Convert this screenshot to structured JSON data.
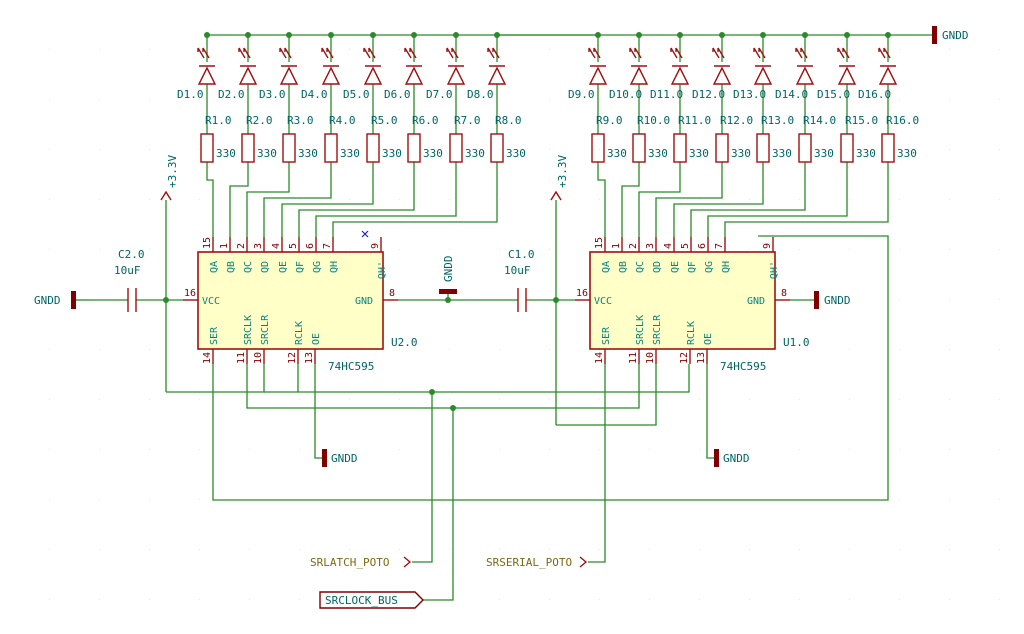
{
  "colors": {
    "wire": "#2b8a2b",
    "part": "#a01010",
    "body_fill": "#ffffc8",
    "text": "#006464",
    "label": "#7a6a12",
    "grid": "#c8c8c8"
  },
  "power": {
    "gnd": "GNDD",
    "vcc": "+3.3V"
  },
  "leds_left": [
    "D1.0",
    "D2.0",
    "D3.0",
    "D4.0",
    "D5.0",
    "D6.0",
    "D7.0",
    "D8.0"
  ],
  "leds_right": [
    "D9.0",
    "D10.0",
    "D11.0",
    "D12.0",
    "D13.0",
    "D14.0",
    "D15.0",
    "D16.0"
  ],
  "res_left": [
    "R1.0",
    "R2.0",
    "R3.0",
    "R4.0",
    "R5.0",
    "R6.0",
    "R7.0",
    "R8.0"
  ],
  "res_right": [
    "R9.0",
    "R10.0",
    "R11.0",
    "R12.0",
    "R13.0",
    "R14.0",
    "R15.0",
    "R16.0"
  ],
  "res_value": "330",
  "caps": [
    {
      "ref": "C2.0",
      "value": "10uF"
    },
    {
      "ref": "C1.0",
      "value": "10uF"
    }
  ],
  "chips": [
    {
      "ref": "U2.0",
      "value": "74HC595"
    },
    {
      "ref": "U1.0",
      "value": "74HC595"
    }
  ],
  "pins_top": [
    {
      "num": "15",
      "name": "QA"
    },
    {
      "num": "1",
      "name": "QB"
    },
    {
      "num": "2",
      "name": "QC"
    },
    {
      "num": "3",
      "name": "QD"
    },
    {
      "num": "4",
      "name": "QE"
    },
    {
      "num": "5",
      "name": "QF"
    },
    {
      "num": "6",
      "name": "QG"
    },
    {
      "num": "7",
      "name": "QH"
    },
    {
      "num": "9",
      "name": "QH'"
    }
  ],
  "pins_bottom": [
    {
      "num": "14",
      "name": "SER"
    },
    {
      "num": "11",
      "name": "SRCLK"
    },
    {
      "num": "10",
      "name": "SRCLR"
    },
    {
      "num": "12",
      "name": "RCLK"
    },
    {
      "num": "13",
      "name": "OE"
    }
  ],
  "pin_vcc": {
    "num": "16",
    "name": "VCC"
  },
  "pin_gnd": {
    "num": "8",
    "name": "GND"
  },
  "labels": {
    "srlatch": "SRLATCH_POTO",
    "srserial": "SRSERIAL_POTO",
    "srclock": "SRCLOCK_BUS"
  }
}
